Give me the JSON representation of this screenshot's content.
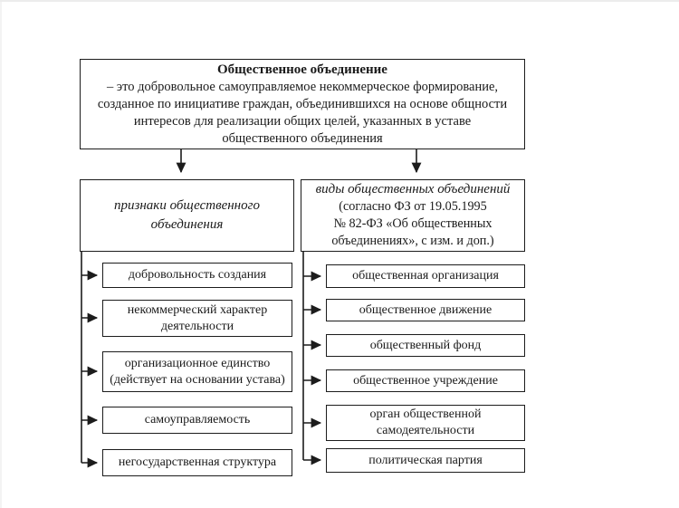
{
  "diagram": {
    "top_box": {
      "title": "Общественное объединение",
      "definition": "– это добровольное самоуправляемое некоммерческое формирование, созданное по инициативе граждан, объединившихся на основе общности интересов для реализации общих целей, указанных в уставе общественного объединения"
    },
    "left_branch": {
      "header": "признаки общественного объединения",
      "items": [
        "добровольность создания",
        "некоммерческий характер деятельности",
        "организационное единство (действует на основании устава)",
        "самоуправляемость",
        "негосударственная структура"
      ]
    },
    "right_branch": {
      "header_title": "виды общественных объединений",
      "header_note_lines": [
        "(согласно ФЗ от 19.05.1995",
        "№ 82-ФЗ «Об общественных",
        "объединениях», с изм. и доп.)"
      ],
      "items": [
        "общественная организация",
        "общественное движение",
        "общественный фонд",
        "общественное учреждение",
        "орган общественной самодеятельности",
        "политическая партия"
      ]
    },
    "colors": {
      "line": "#1c1c1c",
      "background": "#ffffff"
    }
  }
}
